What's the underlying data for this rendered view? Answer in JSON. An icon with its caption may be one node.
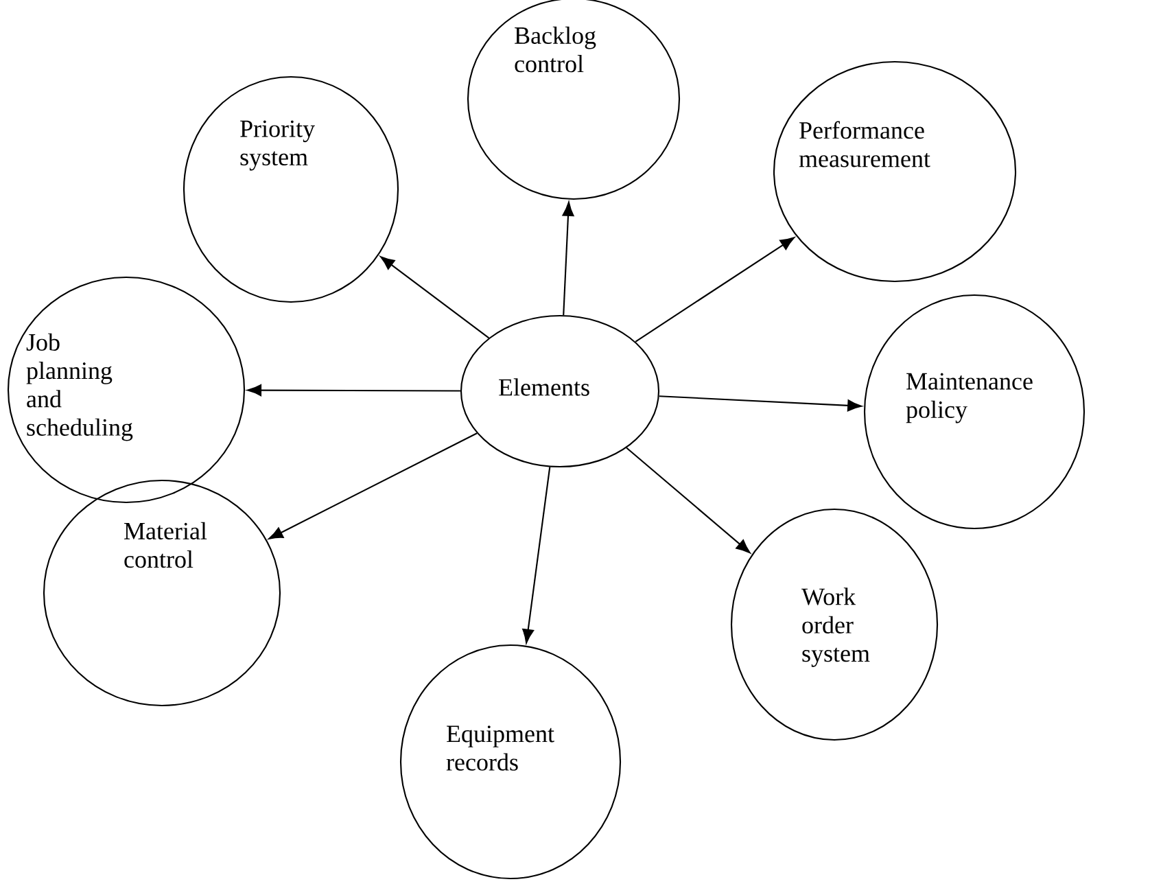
{
  "diagram": {
    "nodes": [
      {
        "text": [
          "Backlog control"
        ]
      },
      {
        "text": [
          "Priority system"
        ]
      },
      {
        "text": [
          "Performance measurement"
        ]
      },
      {
        "text": [
          "Job planning and scheduling"
        ]
      },
      {
        "text": [
          "Elements"
        ]
      },
      {
        "text": [
          "Maintenance policy"
        ]
      },
      {
        "text": [
          "Material control"
        ]
      },
      {
        "text": [
          "Work order system"
        ]
      },
      {
        "text": [
          "Equipment records"
        ]
      }
    ],
    "edges": [
      {
        "from": 4,
        "to": 0,
        "arrow": "to"
      },
      {
        "from": 4,
        "to": 1,
        "arrow": "to"
      },
      {
        "from": 4,
        "to": 2,
        "arrow": "to"
      },
      {
        "from": 4,
        "to": 3,
        "arrow": "to"
      },
      {
        "from": 4,
        "to": 5,
        "arrow": "to"
      },
      {
        "from": 4,
        "to": 6,
        "arrow": "to"
      },
      {
        "from": 4,
        "to": 7,
        "arrow": "to"
      },
      {
        "from": 4,
        "to": 8,
        "arrow": "to"
      }
    ]
  }
}
